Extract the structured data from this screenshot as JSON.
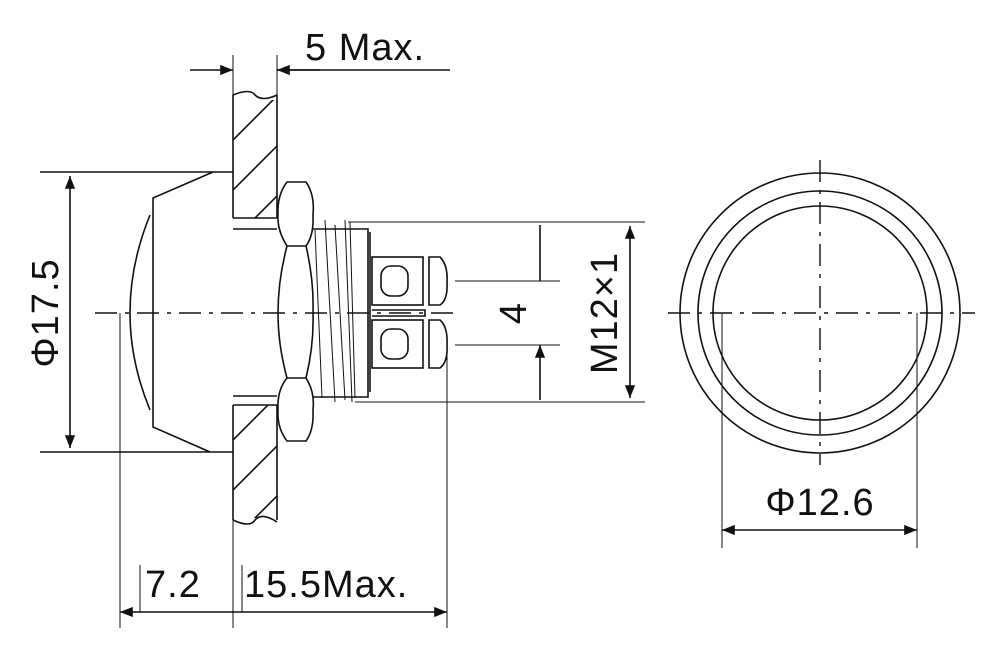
{
  "labels": {
    "panel_thickness": "5 Max.",
    "cap_diameter": "Φ17.5",
    "cap_height": "7.2",
    "body_length": "15.5Max.",
    "terminal_spacing": "4",
    "thread": "M12×1",
    "front_diameter": "Φ12.6"
  }
}
